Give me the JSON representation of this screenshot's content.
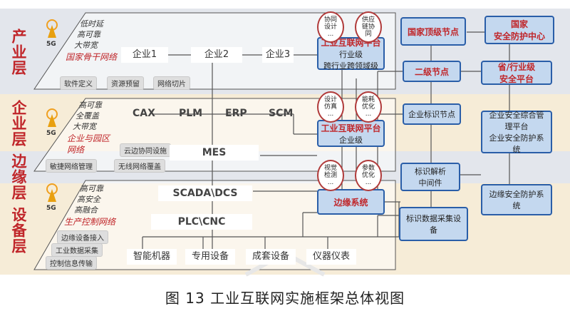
{
  "layers": {
    "industry": "产业层",
    "enterprise": "企业层",
    "edge": "边缘层",
    "device": "设备层"
  },
  "signal_label": "5G",
  "industry": {
    "features": [
      "低时延",
      "高可靠",
      "大带宽"
    ],
    "network": "国家骨干网络",
    "chips": [
      "软件定义",
      "资源预留",
      "网络切片"
    ],
    "enterprises": [
      "企业1",
      "企业2",
      "企业3"
    ]
  },
  "enterprise": {
    "features": [
      "高可靠",
      "全覆盖",
      "大带宽"
    ],
    "network": "企业与园区网络",
    "chips": [
      "云边协同设施",
      "敏捷网络管理",
      "无线网络覆盖"
    ],
    "systems": [
      "CAX",
      "PLM",
      "ERP",
      "SCM"
    ],
    "mes": "MES"
  },
  "device": {
    "features": [
      "高可靠",
      "高安全",
      "高融合"
    ],
    "network": "生产控制网络",
    "chips": [
      "边缘设备接入",
      "工业数据采集",
      "控制信息传输"
    ],
    "scada": "SCADA\\DCS",
    "plc": "PLC\\CNC",
    "equipment": [
      "智能机器",
      "专用设备",
      "成套设备",
      "仪器仪表"
    ]
  },
  "platform": {
    "industry_title": "工业互联网平台",
    "industry_sub": [
      "行业级",
      "跨行业跨领域级"
    ],
    "enterprise_title": "工业互联网平台",
    "enterprise_sub": "企业级",
    "edge": "边缘系统"
  },
  "circles": {
    "c1": [
      "协同",
      "设计"
    ],
    "c2": [
      "供应",
      "链协",
      "同"
    ],
    "c3": [
      "设计",
      "仿真"
    ],
    "c4": [
      "能耗",
      "优化"
    ],
    "c5": [
      "视觉",
      "检测"
    ],
    "c6": [
      "参数",
      "优化"
    ],
    "dots": "..."
  },
  "identity": {
    "national_top": "国家顶级节点",
    "secondary": "二级节点",
    "enterprise_node": "企业标识节点",
    "middleware": [
      "标识解析",
      "中间件"
    ],
    "data_collect": [
      "标识数据采集设",
      "备"
    ]
  },
  "security": {
    "national": [
      "国家",
      "安全防护中心"
    ],
    "provincial": [
      "省/行业级",
      "安全平台"
    ],
    "enterprise": [
      "企业安全综合管",
      "理平台",
      "企业安全防护系",
      "统"
    ],
    "edge": [
      "边缘安全防护系",
      "统"
    ]
  },
  "caption": "图 13  工业互联网实施框架总体视图",
  "colors": {
    "accent_red": "#c0262a",
    "platform_blue": "#c4d8ef",
    "border_blue": "#2a5ea8"
  }
}
